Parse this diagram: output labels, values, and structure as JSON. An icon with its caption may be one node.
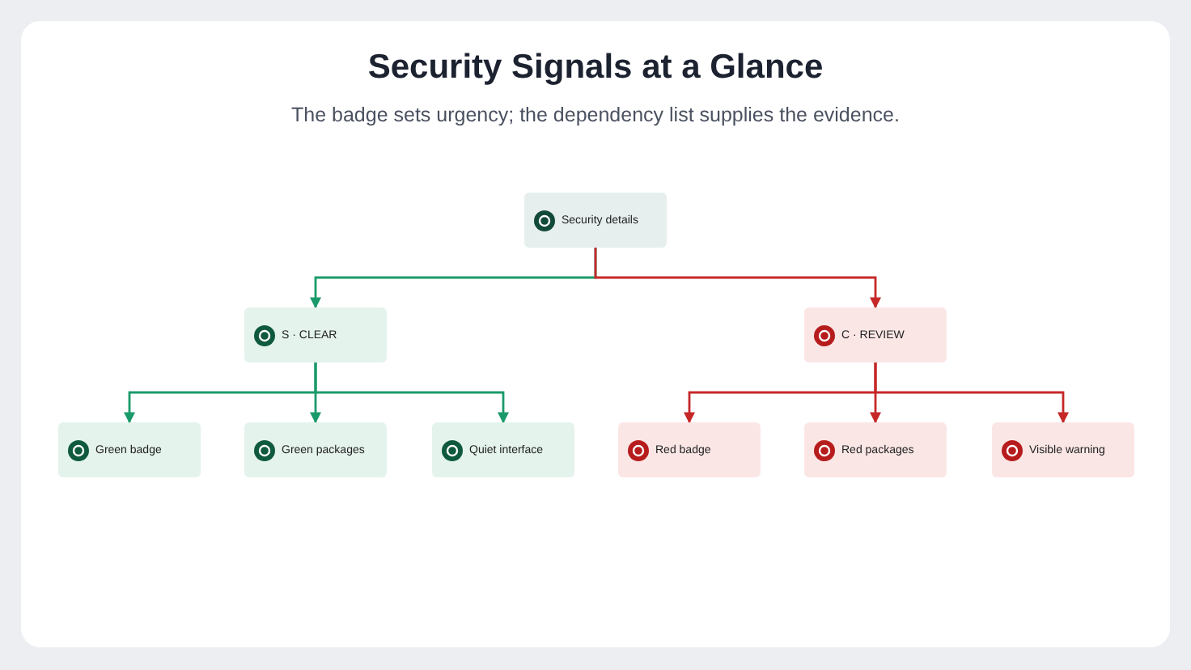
{
  "diagram": {
    "title": "Security Signals at a Glance",
    "caption": "The badge sets urgency; the dependency list supplies the evidence.",
    "nodes": [
      {
        "text": [
          "Security details"
        ]
      },
      {
        "text": [
          "S · CLEAR"
        ]
      },
      {
        "text": [
          "C · REVIEW"
        ]
      },
      {
        "text": [
          "Green badge"
        ]
      },
      {
        "text": [
          "Green packages"
        ]
      },
      {
        "text": [
          "Quiet interface"
        ]
      },
      {
        "text": [
          "Red badge"
        ]
      },
      {
        "text": [
          "Red packages"
        ]
      },
      {
        "text": [
          "Visible warning"
        ]
      }
    ],
    "edges": [
      {
        "from": 0,
        "to": 1,
        "arrow": "to"
      },
      {
        "from": 0,
        "to": 2,
        "arrow": "to",
        "color": "#c62828"
      },
      {
        "from": 1,
        "to": 3,
        "arrow": "to"
      },
      {
        "from": 1,
        "to": 4,
        "arrow": "to"
      },
      {
        "from": 1,
        "to": 5,
        "arrow": "to"
      },
      {
        "from": 2,
        "to": 6,
        "arrow": "to",
        "color": "#c62828"
      },
      {
        "from": 2,
        "to": 7,
        "arrow": "to",
        "color": "#c62828"
      },
      {
        "from": 2,
        "to": 8,
        "arrow": "to",
        "color": "#c62828"
      }
    ]
  }
}
